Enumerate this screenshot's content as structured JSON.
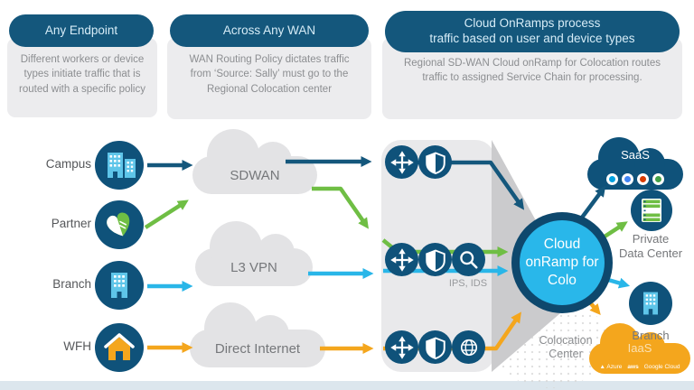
{
  "colors": {
    "navy_arrow": "#14577c",
    "node_navy": "#0f527a",
    "hub_ring": "#0e486d",
    "hub_fill": "#29b7ea",
    "cyan": "#29b6e8",
    "green": "#6fbe44",
    "orange": "#f4a61d",
    "light_blue_icon": "#5ec5e9",
    "panel_gray": "#e9e9eb",
    "cloud_gray": "#e3e3e5",
    "card_gray": "#ececee",
    "funnel_gray": "#cbcbcd",
    "text_gray": "#76787b",
    "bottom_band": "#dce6ed"
  },
  "header_cards": [
    {
      "title_lines": [
        "Any Endpoint"
      ],
      "body": "Different workers or device types initiate traffic that is routed with a specific policy"
    },
    {
      "title_lines": [
        "Across Any WAN"
      ],
      "body": "WAN Routing Policy dictates traffic from ‘Source: Sally’ must go to the Regional Colocation center"
    },
    {
      "title_lines": [
        "Cloud OnRamps process",
        "traffic based on user and device types"
      ],
      "body": "Regional SD-WAN Cloud onRamp for Colocation routes traffic to assigned Service Chain for processing."
    }
  ],
  "endpoints": [
    {
      "label": "Campus",
      "icon": "campus-buildings-icon"
    },
    {
      "label": "Partner",
      "icon": "handshake-icon"
    },
    {
      "label": "Branch",
      "icon": "building-icon"
    },
    {
      "label": "WFH",
      "icon": "house-icon"
    }
  ],
  "wan_clouds": [
    {
      "label": "SDWAN"
    },
    {
      "label": "L3 VPN"
    },
    {
      "label": "Direct Internet"
    }
  ],
  "service_chain": {
    "row_icons": [
      [
        "router-icon",
        "shield-icon"
      ],
      [
        "router-icon",
        "shield-icon",
        "magnifier-icon"
      ],
      [
        "router-icon",
        "shield-icon",
        "globe-icon"
      ]
    ],
    "ips_ids_label": "IPS, IDS"
  },
  "hub": {
    "label": "Cloud onRamp for Colo"
  },
  "destinations": {
    "saas": {
      "label": "SaaS",
      "provider_icons": [
        "salesforce-icon",
        "google-icon",
        "office365-icon",
        "webex-icon"
      ]
    },
    "private_dc": {
      "line1": "Private",
      "line2": "Data Center"
    },
    "branch": {
      "label": "Branch"
    },
    "iaas": {
      "label": "IaaS",
      "providers": [
        "Azure",
        "aws",
        "Google Cloud"
      ]
    },
    "colocation": {
      "line1": "Colocation",
      "line2": "Center"
    }
  }
}
